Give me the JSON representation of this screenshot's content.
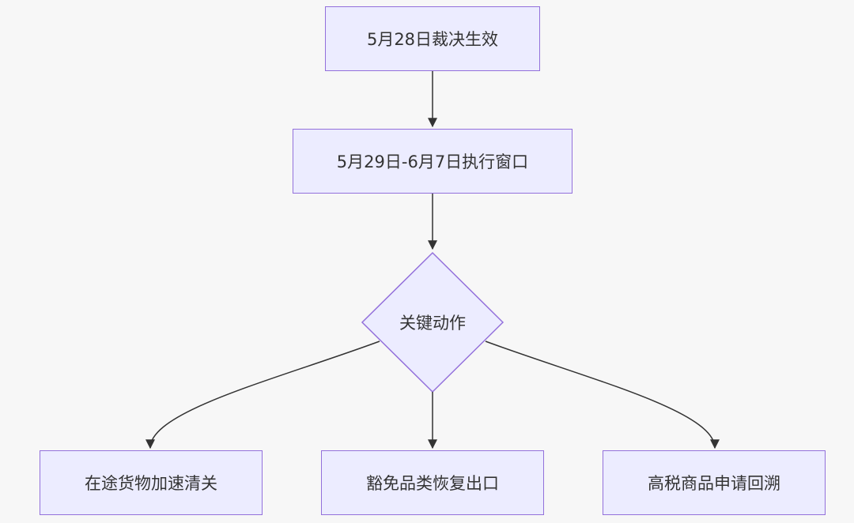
{
  "diagram": {
    "nodes": {
      "effective": "5月28日裁决生效",
      "window": "5月29日-6月7日执行窗口",
      "decision": "关键动作",
      "transit": "在途货物加速清关",
      "exempt": "豁免品类恢复出口",
      "hightax": "高税商品申请回溯"
    }
  },
  "colors": {
    "background": "#f7f7f7",
    "node_fill": "#ececff",
    "node_border": "#9370db",
    "edge": "#333333",
    "text": "#333333"
  }
}
